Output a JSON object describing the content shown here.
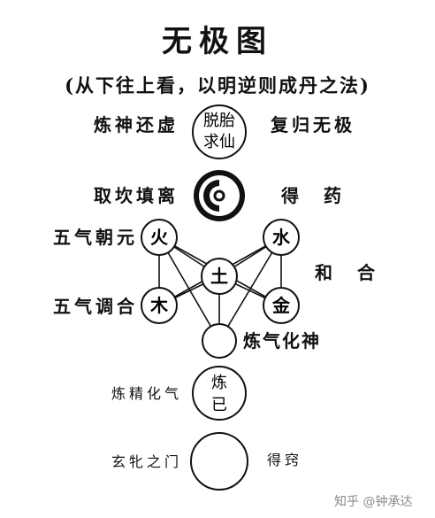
{
  "title": "无极图",
  "subtitle": "(从下往上看，以明逆则成丹之法)",
  "nodes": {
    "top": {
      "line1": "脱胎",
      "line2": "求仙"
    },
    "fire": "火",
    "water": "水",
    "earth": "土",
    "wood": "木",
    "metal": "金",
    "refine": {
      "line1": "炼",
      "line2": "已"
    }
  },
  "labels": {
    "left_1": "炼神还虚",
    "right_1": "复归无极",
    "left_2": "取坎填离",
    "right_2": "得　药",
    "left_3": "五气朝元",
    "right_mid": "和　合",
    "left_4": "五气调合",
    "qi_to_shen": "炼气化神",
    "jing_to_qi": "炼精化气",
    "mystic_gate": "玄牝之门",
    "right_bottom": "得窍"
  },
  "watermark": "知乎 @钟承达",
  "colors": {
    "ink": "#111111",
    "background": "#ffffff",
    "watermark": "#8a8a8a"
  }
}
